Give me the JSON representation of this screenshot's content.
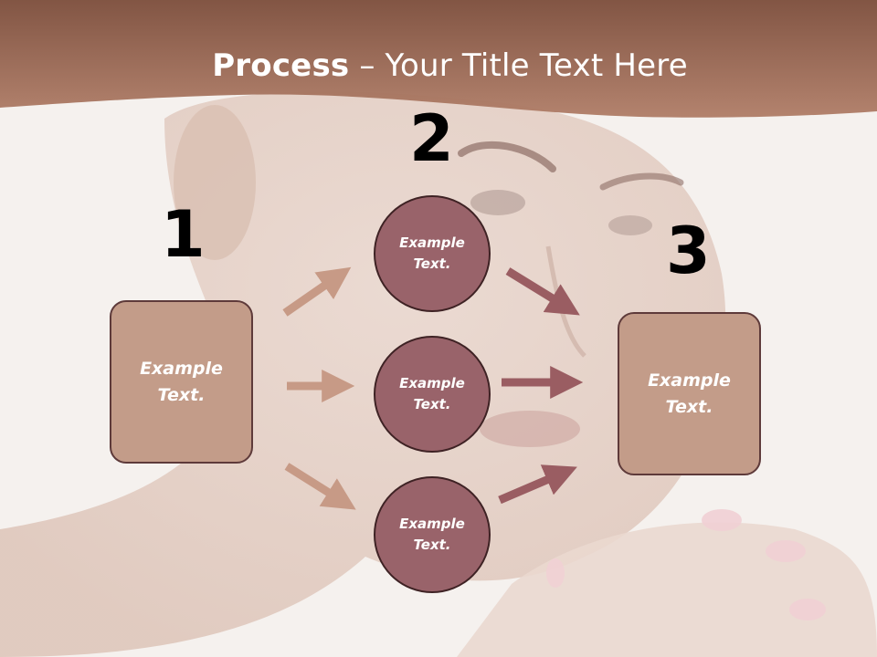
{
  "slide": {
    "title_bold": "Process",
    "title_rest": " – Your Title Text Here",
    "colors": {
      "title_band": "#a06a55",
      "box_fill": "#c39c89",
      "circle_fill": "#99636a",
      "arrow_light": "#c79a86",
      "arrow_dark": "#9a5d62"
    }
  },
  "steps": {
    "num1": "1",
    "num2": "2",
    "num3": "3"
  },
  "boxes": {
    "left": "Example Text.",
    "right": "Example Text."
  },
  "circles": [
    "Example Text.",
    "Example Text.",
    "Example Text."
  ],
  "icons": {
    "arrows": "arrow-icon"
  }
}
